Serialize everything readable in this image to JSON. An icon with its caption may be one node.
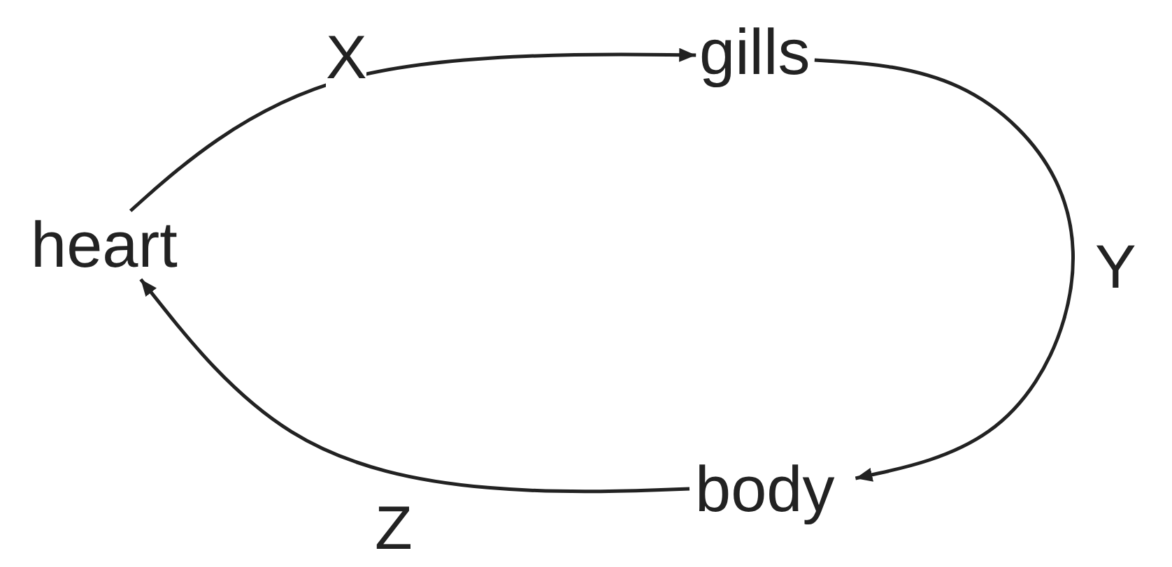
{
  "diagram": {
    "nodes": [
      {
        "text": [
          "heart"
        ]
      },
      {
        "text": [
          "gills"
        ]
      },
      {
        "text": [
          "body"
        ]
      }
    ],
    "edges": [
      {
        "from": 0,
        "to": 1,
        "arrow": "to",
        "label": "X"
      },
      {
        "from": 1,
        "to": 2,
        "arrow": "to",
        "label": "Y"
      },
      {
        "from": 2,
        "to": 0,
        "arrow": "to",
        "label": "Z"
      }
    ]
  }
}
